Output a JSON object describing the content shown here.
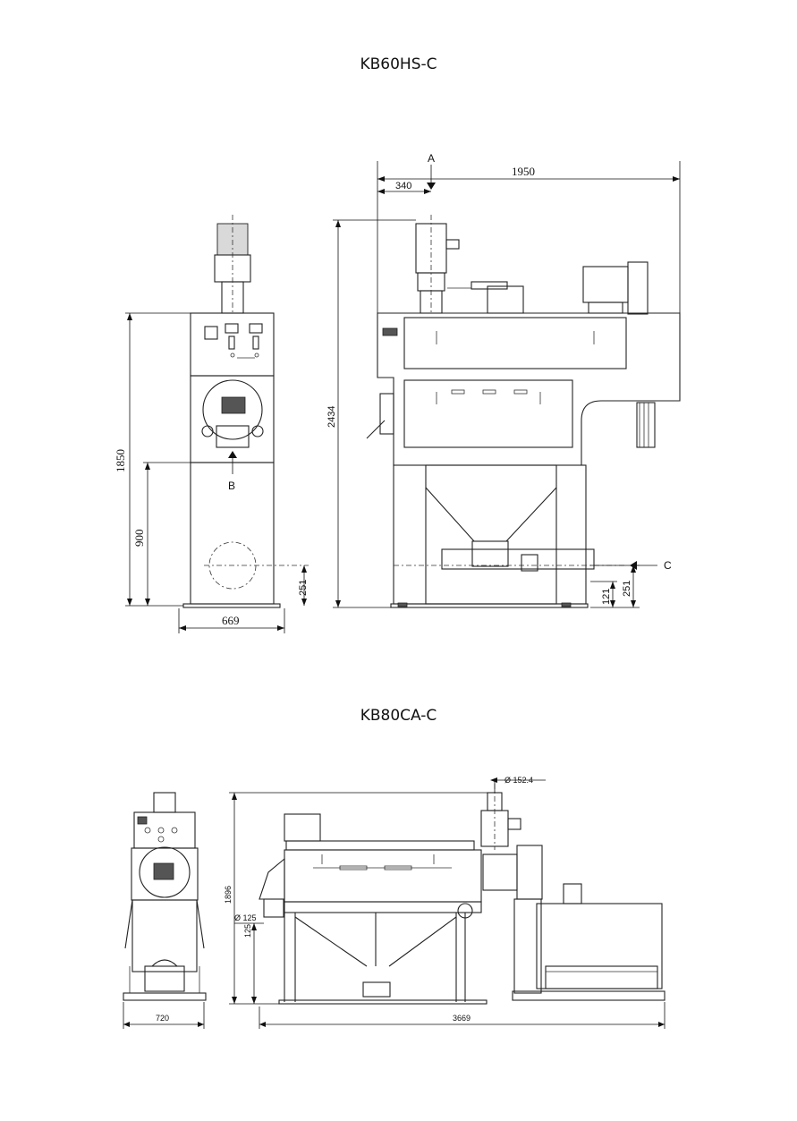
{
  "drawing_1": {
    "title": "KB60HS-C",
    "dims": {
      "top_width": "1950",
      "offset": "340",
      "total_height": "2434",
      "front_height": "1850",
      "base_height": "900",
      "inlet_height": "251",
      "side_inlet_height": "251",
      "foot_height": "121",
      "front_width": "669"
    },
    "labels": {
      "a": "A",
      "b": "B",
      "c": "C"
    }
  },
  "drawing_2": {
    "title": "KB80CA-C",
    "dims": {
      "outlet_diameter": "Ø 152.4",
      "height": "1896",
      "inlet_diameter": "Ø 125",
      "inlet_height": "125",
      "front_width": "720",
      "total_length": "3669"
    }
  }
}
